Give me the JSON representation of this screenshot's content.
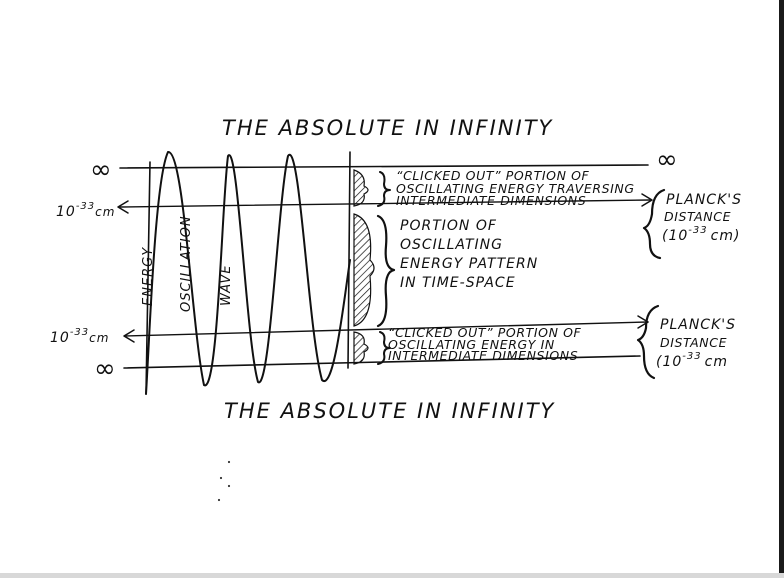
{
  "titles": {
    "top": "THE ABSOLUTE IN INFINITY",
    "bottom": "THE ABSOLUTE IN INFINITY"
  },
  "symbols": {
    "infinity": "∞"
  },
  "left_labels": {
    "upper_distance": "10",
    "upper_exponent": "-33",
    "upper_unit": "cm",
    "lower_distance": "10",
    "lower_exponent": "-33",
    "lower_unit": "cm"
  },
  "wave_labels": {
    "energy": "ENERGY",
    "oscillation": "OSCILLATION",
    "wave": "WAVE"
  },
  "upper_note": {
    "line1": "“CLICKED OUT” PORTION OF",
    "line2": "OSCILLATING ENERGY TRAVERSING",
    "line3": "INTERMEDIATE DIMENSIONS"
  },
  "middle_note": {
    "line1": "PORTION OF",
    "line2": "OSCILLATING",
    "line3": "ENERGY PATTERN",
    "line4": "IN TIME-SPACE"
  },
  "lower_note": {
    "line1": "“CLICKED OUT” PORTION OF",
    "line2": "OSCILLATING ENERGY IN",
    "line3": "INTERMEDIATE DIMENSIONS"
  },
  "planck_upper": {
    "line1": "PLANCK'S",
    "line2": "DISTANCE",
    "line3_value": "(10",
    "line3_exponent": "-33",
    "line3_unit": "cm)"
  },
  "planck_lower": {
    "line1": "PLANCK'S",
    "line2": "DISTANCE",
    "line3_value": "(10",
    "line3_exponent": "-33",
    "line3_unit": "cm"
  }
}
